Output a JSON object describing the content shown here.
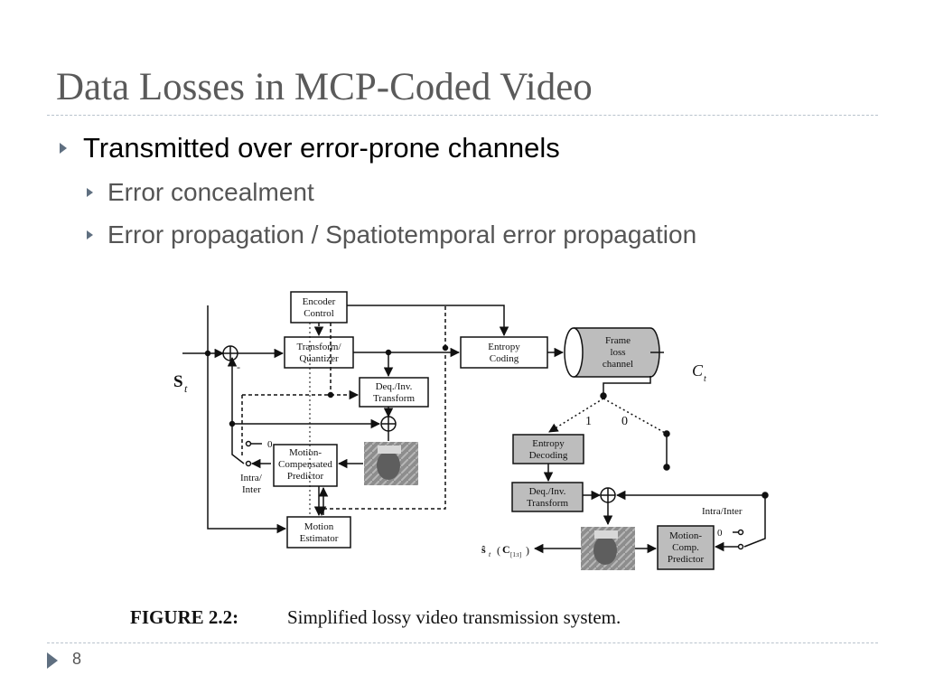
{
  "slide": {
    "title": "Data Losses in MCP-Coded Video",
    "bullets": [
      {
        "level": 1,
        "text": "Transmitted over error-prone channels"
      },
      {
        "level": 2,
        "text": "Error concealment"
      },
      {
        "level": 2,
        "text": "Error propagation / Spatiotemporal error propagation"
      }
    ],
    "slide_number": "8"
  },
  "figure": {
    "caption_label": "FIGURE 2.2:",
    "caption_text": "Simplified lossy video transmission system.",
    "blocks": {
      "encoder_control": [
        "Encoder",
        "Control"
      ],
      "transform_quantizer": [
        "Transform/",
        "Quantizer"
      ],
      "entropy_coding": [
        "Entropy",
        "Coding"
      ],
      "frame_loss_channel": [
        "Frame",
        "loss",
        "channel"
      ],
      "deq_inv_transform_enc": [
        "Deq./Inv.",
        "Transform"
      ],
      "mc_predictor_enc": [
        "Motion-",
        "Compensated",
        "Predictor"
      ],
      "motion_estimator": [
        "Motion",
        "Estimator"
      ],
      "entropy_decoding": [
        "Entropy",
        "Decoding"
      ],
      "deq_inv_transform_dec": [
        "Deq./Inv.",
        "Transform"
      ],
      "mc_predictor_dec": [
        "Motion-",
        "Comp.",
        "Predictor"
      ]
    },
    "labels": {
      "input_signal": "S",
      "input_subscript": "t",
      "minus_sign": "-",
      "channel_state": "C",
      "channel_state_sub": "t",
      "switch_one": "1",
      "switch_zero": "0",
      "enc_switch_zero": "0",
      "enc_intra_inter": [
        "Intra/",
        "Inter"
      ],
      "dec_intra_inter": "Intra/Inter",
      "dec_switch_zero": "0",
      "output_signal": "ŝ",
      "output_sub": "t",
      "output_arg": "C",
      "output_arg_sub": "[1:t]"
    }
  }
}
